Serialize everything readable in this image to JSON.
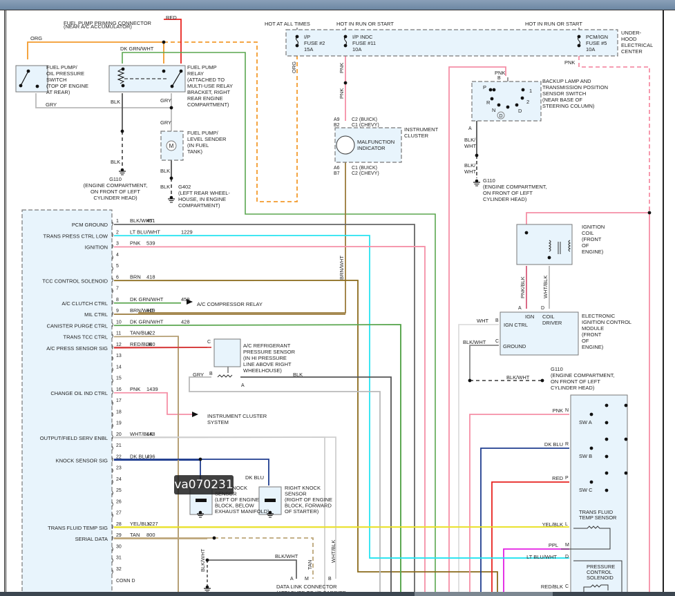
{
  "diagram_id": "va070231",
  "colors": {
    "ORG": "#f39a2b",
    "RED": "#e8221f",
    "DK GRN/WHT": "#5aa64f",
    "GRY": "#b9b9b9",
    "BLK": "#555555",
    "PNK": "#f58fa6",
    "BRN": "#8a6a1a",
    "BRN/WHT": "#9a7a3a",
    "LT BLU/WHT": "#27e3f0",
    "TAN": "#bca578",
    "YEL/BLK": "#e9e12a",
    "DK BLU": "#1f3d8f",
    "WHT/BLK": "#cfcfcf",
    "PPL": "#e21fe3",
    "RED/BLK": "#d63b3b",
    "BLK/WHT": "#666666",
    "TAN/BLK": "#b59f74",
    "box_fill": "#e8f4fc"
  },
  "top": {
    "fuel_pump_priming_connector": [
      "FUEL PUMP PRIMING CONNECTOR",
      "(NEAR A/C ACCUMULATOR)"
    ],
    "red_label": "RED",
    "org_label": "ORG",
    "dk_grn_wht_label": "DK GRN/WHT",
    "oil_pressure_switch": [
      "FUEL PUMP/",
      "OIL PRESSURE",
      "SWITCH",
      "(TOP OF ENGINE",
      "AT REAR)"
    ],
    "fuel_pump_relay": [
      "FUEL PUMP",
      "RELAY",
      "(ATTACHED TO",
      "MULTI-USE RELAY",
      "BRACKET, RIGHT",
      "REAR ENGINE",
      "COMPARTMENT)"
    ],
    "gry_label": "GRY",
    "blk_label": "BLK",
    "fuel_pump_sender": [
      "FUEL PUMP/",
      "LEVEL SENDER",
      "(IN FUEL",
      "  TANK)"
    ],
    "motor_symbol": "M",
    "g110_left": [
      "G110",
      "(ENGINE COMPARTMENT,",
      "ON FRONT OF LEFT",
      "CYLINDER HEAD)"
    ],
    "g402": [
      "G402",
      "(LEFT REAR WHEEL-",
      "HOUSE, IN ENGINE",
      "COMPARTMENT)"
    ]
  },
  "fuses": {
    "hot_at_all_times": "HOT AT ALL TIMES",
    "hot_in_run_or_start_1": "HOT IN RUN OR START",
    "hot_in_run_or_start_2": "HOT IN RUN OR START",
    "fuse2": [
      "I/P",
      "FUSE #2",
      "15A"
    ],
    "fuse11": [
      "I/P INDC",
      "FUSE #11",
      "10A"
    ],
    "fuse5": [
      "PCM/IGN",
      "FUSE #5",
      "10A"
    ],
    "center": [
      "UNDER-",
      "HOOD",
      "ELECTRICAL",
      "CENTER"
    ],
    "pnk": "PNK"
  },
  "cluster": {
    "top_pins": [
      "A9",
      "B2"
    ],
    "top_conn": [
      "C2  (BUICK)",
      "C1  (CHEVY)"
    ],
    "bottom_pins": [
      "A6",
      "B7"
    ],
    "bottom_conn": [
      "C1  (BUICK)",
      "C2  (CHEVY)"
    ],
    "indicator": [
      "MALFUNCTION",
      "INDICATOR"
    ],
    "name": [
      "INSTRUMENT",
      "CLUSTER"
    ],
    "brn_wht": "BRN/WHT"
  },
  "backup_switch": {
    "name": [
      "BACKUP LAMP AND",
      "TRANSMISSION POSITION",
      "SENSOR SWITCH",
      "(NEAR BASE OF",
      "STEERING COLUMN)"
    ],
    "positions": [
      "P",
      "R",
      "N",
      "D",
      "1",
      "2",
      "D"
    ],
    "pin_b": "B",
    "pin_a": "A",
    "blk_wht": "BLK/ WHT",
    "g110": [
      "G110",
      "(ENGINE COMPARTMENT,",
      "ON FRONT OF LEFT",
      "CYLINDER HEAD)"
    ]
  },
  "ignition": {
    "coil": [
      "IGNITION",
      "COIL",
      "(FRONT",
      "OF",
      "ENGINE)"
    ],
    "pnk_blk": "PNK/BLK",
    "wht_blk": "WHT/BLK",
    "module": [
      "ELECTRONIC",
      "IGNITION CONTROL",
      "MODULE",
      "(FRONT",
      "OF",
      "ENGINE)"
    ],
    "ign": "IGN",
    "coil_driver": [
      "COIL",
      "DRIVER"
    ],
    "ign_ctrl": "IGN CTRL",
    "ground": "GROUND",
    "pins": {
      "a": "A",
      "d": "D",
      "b": "B",
      "c": "C"
    },
    "wht": "WHT",
    "blk_wht": "BLK/WHT",
    "g110": [
      "G110",
      "(ENGINE COMPARTMENT,",
      "ON FRONT OF LEFT",
      "CYLINDER HEAD)"
    ]
  },
  "pcm": {
    "pins": [
      {
        "n": "1",
        "func": "PCM GROUND",
        "wire": "BLK/WHT",
        "circuit": "451",
        "color": "BLK/WHT"
      },
      {
        "n": "2",
        "func": "TRANS PRESS CTRL LOW",
        "wire": "LT BLU/WHT",
        "circuit": "1229",
        "color": "LT BLU/WHT"
      },
      {
        "n": "3",
        "func": "IGNITION",
        "wire": "PNK",
        "circuit": "539",
        "color": "PNK"
      },
      {
        "n": "4",
        "func": "",
        "wire": "",
        "circuit": ""
      },
      {
        "n": "5",
        "func": "",
        "wire": "",
        "circuit": ""
      },
      {
        "n": "6",
        "func": "TCC CONTROL SOLENOID",
        "wire": "BRN",
        "circuit": "418",
        "color": "BRN"
      },
      {
        "n": "7",
        "func": "",
        "wire": "",
        "circuit": ""
      },
      {
        "n": "8",
        "func": "A/C CLUTCH CTRL",
        "wire": "DK GRN/WHT",
        "circuit": "459",
        "color": "DK GRN/WHT"
      },
      {
        "n": "9",
        "func": "MIL CTRL",
        "wire": "BRN/WHT",
        "circuit": "419",
        "color": "BRN/WHT"
      },
      {
        "n": "10",
        "func": "CANISTER PURGE CTRL",
        "wire": "DK GRN/WHT",
        "circuit": "428",
        "color": "DK GRN/WHT"
      },
      {
        "n": "11",
        "func": "TRANS TCC CTRL",
        "wire": "TAN/BLK",
        "circuit": "422",
        "color": "TAN/BLK"
      },
      {
        "n": "12",
        "func": "A/C PRESS SENSOR SIG",
        "wire": "RED/BLK",
        "circuit": "380",
        "color": "RED/BLK"
      },
      {
        "n": "13",
        "func": "",
        "wire": "",
        "circuit": ""
      },
      {
        "n": "14",
        "func": "",
        "wire": "",
        "circuit": ""
      },
      {
        "n": "15",
        "func": "",
        "wire": "",
        "circuit": ""
      },
      {
        "n": "16",
        "func": "CHANGE OIL IND CTRL",
        "wire": "PNK",
        "circuit": "1439",
        "color": "PNK"
      },
      {
        "n": "17",
        "func": "",
        "wire": "",
        "circuit": ""
      },
      {
        "n": "18",
        "func": "",
        "wire": "",
        "circuit": ""
      },
      {
        "n": "19",
        "func": "",
        "wire": "",
        "circuit": ""
      },
      {
        "n": "20",
        "func": "OUTPUT/FIELD SERV ENBL",
        "wire": "WHT/BLK",
        "circuit": "448",
        "color": "WHT/BLK"
      },
      {
        "n": "21",
        "func": "",
        "wire": "",
        "circuit": ""
      },
      {
        "n": "22",
        "func": "KNOCK SENSOR SIG",
        "wire": "DK BLU",
        "circuit": "496",
        "color": "DK BLU"
      },
      {
        "n": "23",
        "func": "",
        "wire": "",
        "circuit": ""
      },
      {
        "n": "24",
        "func": "",
        "wire": "",
        "circuit": ""
      },
      {
        "n": "25",
        "func": "",
        "wire": "",
        "circuit": ""
      },
      {
        "n": "26",
        "func": "",
        "wire": "",
        "circuit": ""
      },
      {
        "n": "27",
        "func": "",
        "wire": "",
        "circuit": ""
      },
      {
        "n": "28",
        "func": "TRANS FLUID TEMP SIG",
        "wire": "YEL/BLK",
        "circuit": "1227",
        "color": "YEL/BLK"
      },
      {
        "n": "29",
        "func": "SERIAL DATA",
        "wire": "TAN",
        "circuit": "800",
        "color": "TAN"
      },
      {
        "n": "30",
        "func": "",
        "wire": "",
        "circuit": ""
      },
      {
        "n": "31",
        "func": "",
        "wire": "",
        "circuit": ""
      },
      {
        "n": "32",
        "func": "",
        "wire": "",
        "circuit": ""
      }
    ],
    "conn_label": "CONN D"
  },
  "destinations": {
    "ac_compressor_relay": "A/C COMPRESSOR RELAY",
    "instrument_cluster_system": [
      "INSTRUMENT CLUSTER",
      "SYSTEM"
    ]
  },
  "ac_sensor": {
    "name": [
      "A/C REFRIGERANT",
      "PRESSURE SENSOR",
      "(IN HI PRESSURE",
      "LINE ABOVE RIGHT",
      "WHEELHOUSE)"
    ],
    "pins": {
      "c": "C",
      "b": "B",
      "a": "A"
    },
    "gry": "GRY",
    "blk": "BLK"
  },
  "knock": {
    "dk_blu": "DK BLU",
    "left": [
      "LEFT KNOCK",
      "SENSOR",
      "(LEFT OF ENGINE",
      "BLOCK, BELOW",
      "EXHAUST MANIFOLD)"
    ],
    "right": [
      "RIGHT KNOCK",
      "SENSOR",
      "(RIGHT OF ENGINE",
      "BLOCK, FORWARD",
      "OF STARTER)"
    ]
  },
  "dlc": {
    "name": [
      "DATA LINK CONNECTOR",
      "(ATTACHED TO I/P CARRIER"
    ],
    "blk_wht": "BLK/WHT",
    "tan": "TAN",
    "wht_blk": "WHT/BLK",
    "pins": {
      "a": "A",
      "m": "M",
      "b": "B"
    }
  },
  "trans": {
    "sw_a": "SW A",
    "sw_b": "SW B",
    "sw_c": "SW C",
    "pins": [
      {
        "pin": "N",
        "wire": "PNK"
      },
      {
        "pin": "R",
        "wire": "DK BLU"
      },
      {
        "pin": "P",
        "wire": "RED"
      },
      {
        "pin": "L",
        "wire": "YEL/BLK"
      },
      {
        "pin": "M",
        "wire": "PPL"
      },
      {
        "pin": "D",
        "wire": "LT BLU/WHT"
      },
      {
        "pin": "C",
        "wire": "RED/BLK"
      }
    ],
    "temp_sensor": [
      "TRANS FLUID",
      "TEMP SENSOR"
    ],
    "pc_solenoid": [
      "PRESSURE",
      "CONTROL",
      "SOLENOID"
    ]
  }
}
